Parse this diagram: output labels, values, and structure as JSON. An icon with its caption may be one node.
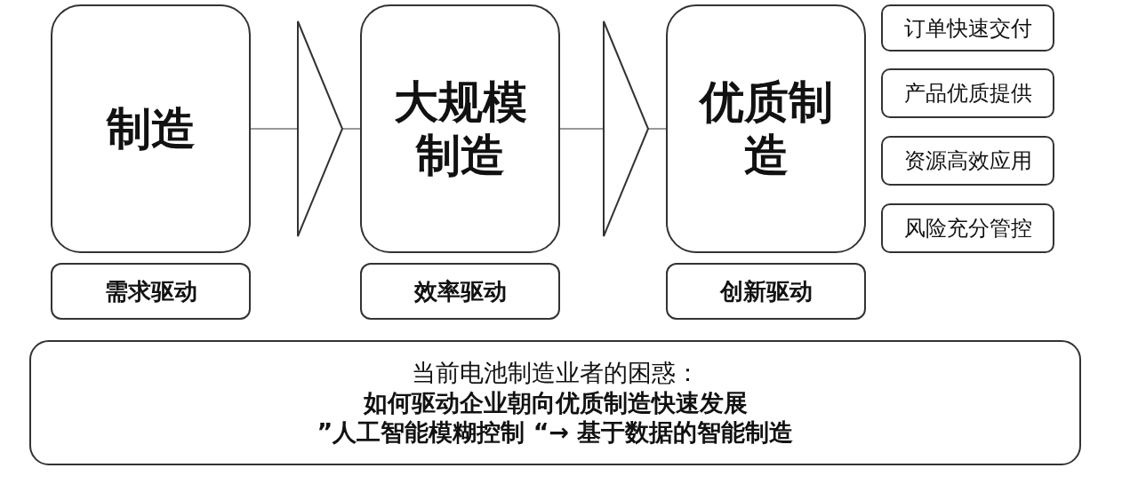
{
  "diagram": {
    "nodes": [
      {
        "text": [
          "制造"
        ]
      },
      {
        "text": [
          "需求驱动"
        ]
      },
      {
        "text": [
          "大规模制造"
        ]
      },
      {
        "text": [
          "效率驱动"
        ]
      },
      {
        "text": [
          "优质制造"
        ]
      },
      {
        "text": [
          "创新驱动"
        ]
      },
      {
        "text": [
          "订单快速交付"
        ]
      },
      {
        "text": [
          "产品优质提供"
        ]
      },
      {
        "text": [
          "资源高效应用"
        ]
      },
      {
        "text": [
          "风险充分管控"
        ]
      },
      {
        "text": [
          "当前电池制造业者的困惑：",
          "如何驱动企业朝向优质制造快速发展",
          "”人工智能模糊控制 “→ 基于数据的智能制造"
        ]
      }
    ],
    "edges": [
      {
        "from": 0,
        "to": 2,
        "arrow": "to"
      },
      {
        "from": 2,
        "to": 4,
        "arrow": "to"
      }
    ]
  }
}
